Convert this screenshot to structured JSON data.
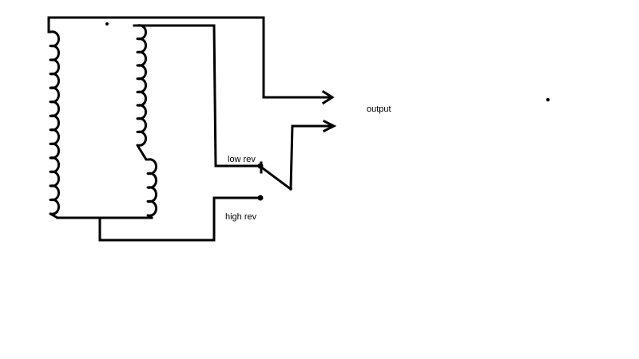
{
  "diagram": {
    "labels": {
      "output": "output",
      "low_rev": "low rev",
      "high_rev": "high rev"
    },
    "colors": {
      "background": "#ffffff",
      "ink": "#000000"
    }
  }
}
